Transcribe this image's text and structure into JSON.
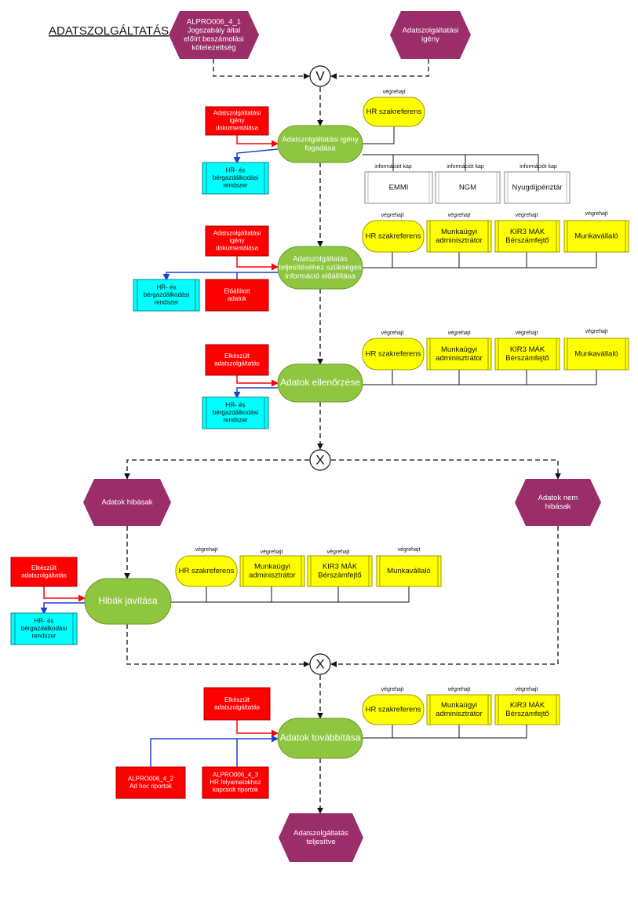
{
  "title": "ADATSZOLGÁLTATÁS",
  "colors": {
    "event": "#9b2d68",
    "function": "#8ec63f",
    "role": "#ffff00",
    "document": "#ff0000",
    "system": "#00ffff",
    "blue_flow": "#1f3fd6",
    "red_flow": "#ff0000"
  },
  "connectors": {
    "executes": "végrehajt",
    "informed": "információt kap"
  },
  "operators": {
    "or": "V",
    "xor": "X"
  },
  "events": {
    "ev_law": [
      "ALPRO006_4_1",
      "Jogszabály által",
      "előírt beszámolási",
      "kötelezettség"
    ],
    "ev_request": [
      "Adatszolgáltatási",
      "igény"
    ],
    "ev_faulty": [
      "Adatok hibásak"
    ],
    "ev_ok": [
      "Adatok nem",
      "hibásak"
    ],
    "ev_done": [
      "Adatszolgáltatás",
      "teljesítve"
    ]
  },
  "functions": {
    "f1": [
      "Adatszolgáltatási igény",
      "fogadása"
    ],
    "f2": [
      "Adatszolgáltatás",
      "teljesítéséhez szükséges",
      "információ előállítása"
    ],
    "f3": [
      "Adatok ellenőrzése"
    ],
    "f4": [
      "Hibák javítása"
    ],
    "f5": [
      "Adatok továbbítása"
    ]
  },
  "roles": {
    "hr": [
      "HR szakreferens"
    ],
    "admin": [
      "Munkaügyi",
      "adminisztrátor"
    ],
    "kir3": [
      "KIR3 MÁK",
      "Bérszámfejtő"
    ],
    "employee": [
      "Munkavállaló"
    ]
  },
  "org_units": {
    "emmi": [
      "EMMI"
    ],
    "ngm": [
      "NGM"
    ],
    "nyugdij": [
      "Nyugdíjpénztár"
    ]
  },
  "documents": {
    "d1": [
      "Adatszolgáltatási",
      "igény",
      "dokumentálása"
    ],
    "d2": [
      "Adatszolgáltatási",
      "igény",
      "dokumentálása"
    ],
    "d_prod": [
      "Előállított",
      "adatok"
    ],
    "d3": [
      "Elkészült",
      "adatszolgáltatás"
    ],
    "d4": [
      "Elkészült",
      "adatszolgáltatás"
    ],
    "d5": [
      "Elkészült",
      "adatszolgáltatás"
    ],
    "d_adhoc": [
      "ALPRO006_4_2",
      "Ad hoc riportok"
    ],
    "d_hrrep": [
      "ALPRO006_4_3",
      "HR folyamatokhoz",
      "kapcsolt riportok"
    ]
  },
  "systems": {
    "sys": [
      "HR- és",
      "bérgazdálkodási",
      "rendszer"
    ]
  }
}
